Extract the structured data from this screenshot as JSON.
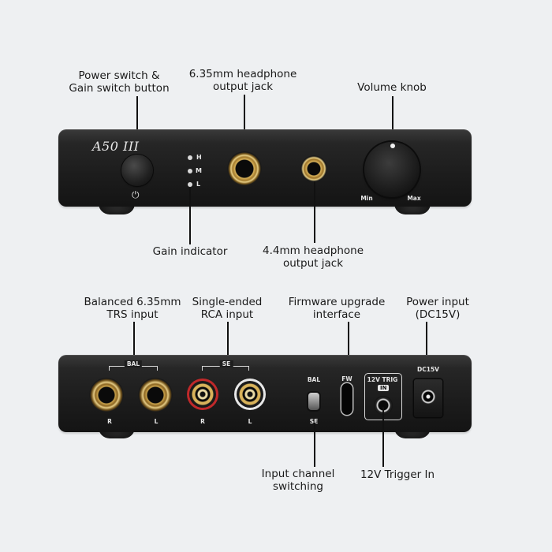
{
  "front_callouts": {
    "power_switch": [
      "Power switch &",
      "Gain switch button"
    ],
    "jack_635": [
      "6.35mm headphone",
      "output jack"
    ],
    "volume_knob": [
      "Volume knob"
    ],
    "gain_indicator": [
      "Gain indicator"
    ],
    "jack_44": [
      "4.4mm headphone",
      "output jack"
    ]
  },
  "front_panel": {
    "model": "A50 III",
    "leds": [
      "H",
      "M",
      "L"
    ],
    "knob_min": "Min",
    "knob_max": "Max",
    "power_symbol": "⏻"
  },
  "back_callouts": {
    "balanced_input": [
      "Balanced 6.35mm",
      "TRS input"
    ],
    "rca_input": [
      "Single-ended",
      "RCA input"
    ],
    "firmware": [
      "Firmware upgrade",
      "interface"
    ],
    "power_input": [
      "Power input",
      "(DC15V)"
    ],
    "input_switch": [
      "Input channel",
      "switching"
    ],
    "trigger_in": [
      "12V Trigger In"
    ]
  },
  "back_panel": {
    "bal_group": "BAL",
    "se_group": "SE",
    "bal_r": "R",
    "bal_l": "L",
    "se_r": "R",
    "se_l": "L",
    "switch_top": "BAL",
    "switch_bottom": "SE",
    "fw": "FW",
    "trig": "12V TRIG",
    "trig_in": "IN",
    "dc": "DC15V"
  }
}
